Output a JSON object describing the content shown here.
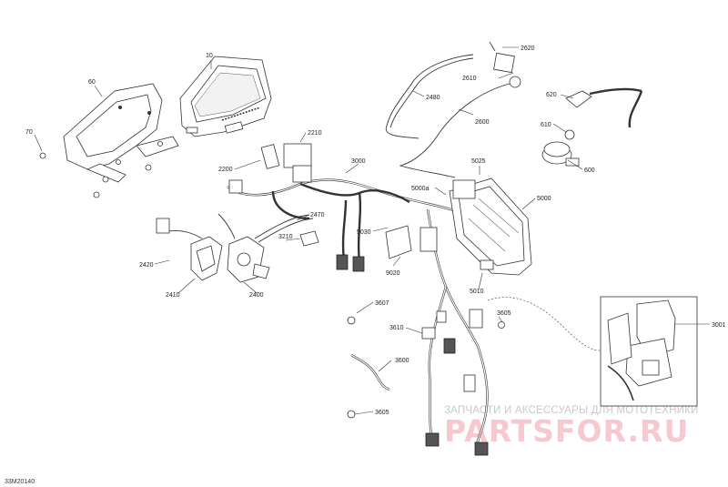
{
  "diagram_code": "33M20140",
  "watermark": {
    "subtitle": "ЗАПЧАСТИ И АКСЕССУАРЫ ДЛЯ МОТОТЕХНИКИ",
    "brand": "PARTSFOR.RU"
  },
  "parts": [
    {
      "id": "p2620",
      "label": "2620"
    },
    {
      "id": "p2610",
      "label": "2610"
    },
    {
      "id": "p2480",
      "label": "2480"
    },
    {
      "id": "p2600",
      "label": "2600"
    },
    {
      "id": "p620",
      "label": "620"
    },
    {
      "id": "p610",
      "label": "610"
    },
    {
      "id": "p600",
      "label": "600"
    },
    {
      "id": "p10",
      "label": "10"
    },
    {
      "id": "p60",
      "label": "60"
    },
    {
      "id": "p70",
      "label": "70"
    },
    {
      "id": "p2210",
      "label": "2210"
    },
    {
      "id": "p2200",
      "label": "2200"
    },
    {
      "id": "p3000",
      "label": "3000"
    },
    {
      "id": "p5025",
      "label": "5025"
    },
    {
      "id": "p5000a",
      "label": "5000a"
    },
    {
      "id": "p5000",
      "label": "5000"
    },
    {
      "id": "p2470",
      "label": "2470"
    },
    {
      "id": "p5030",
      "label": "5030"
    },
    {
      "id": "p3210",
      "label": "3210"
    },
    {
      "id": "p9020",
      "label": "9020"
    },
    {
      "id": "p2420",
      "label": "2420"
    },
    {
      "id": "p2410",
      "label": "2410"
    },
    {
      "id": "p2400",
      "label": "2400"
    },
    {
      "id": "p5010",
      "label": "5010"
    },
    {
      "id": "p3607",
      "label": "3607"
    },
    {
      "id": "p3605",
      "label": "3605"
    },
    {
      "id": "p3610",
      "label": "3610"
    },
    {
      "id": "p3001",
      "label": "3001"
    },
    {
      "id": "p3600",
      "label": "3600"
    },
    {
      "id": "p3605b",
      "label": "3605"
    }
  ]
}
